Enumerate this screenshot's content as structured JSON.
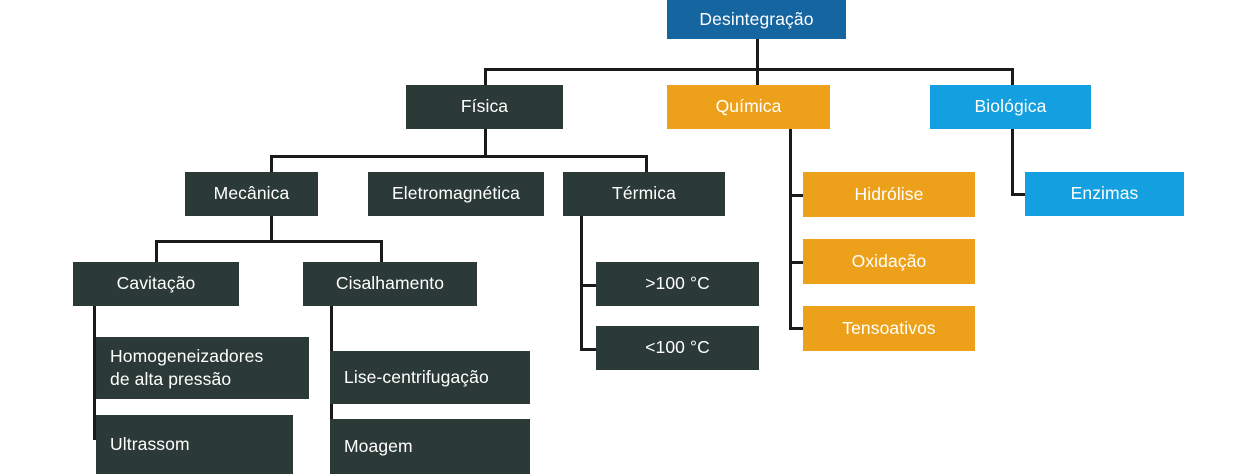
{
  "diagram": {
    "title_node": "Desintegração",
    "colors": {
      "dark": "#2b3a37",
      "blue": "#1565a0",
      "light_blue": "#14a0e0",
      "amber": "#eda11a",
      "connector": "#1a1a1a",
      "background": "#ffffff",
      "text": "#ffffff"
    },
    "nodes": {
      "root": "Desintegração",
      "fisica": "Física",
      "quimica": "Química",
      "biologica": "Biológica",
      "mecanica": "Mecânica",
      "eletromagnetica": "Eletromagnética",
      "termica": "Térmica",
      "hidrolise": "Hidrólise",
      "oxidacao": "Oxidação",
      "tensoativos": "Tensoativos",
      "enzimas": "Enzimas",
      "cavitacao": "Cavitação",
      "cisalhamento": "Cisalhamento",
      "temp_acima": ">100 °C",
      "temp_abaixo": "<100 °C",
      "homogeneizadores": "Homogeneizadores\nde alta pressão",
      "ultrassom": "Ultrassom",
      "lise_centrifugacao": "Lise-centrifugação",
      "moagem": "Moagem"
    },
    "hierarchy": {
      "Desintegração": {
        "Física": {
          "Mecânica": {
            "Cavitação": [
              "Homogeneizadores de alta pressão",
              "Ultrassom"
            ],
            "Cisalhamento": [
              "Lise-centrifugação",
              "Moagem"
            ]
          },
          "Eletromagnética": [],
          "Térmica": [
            ">100 °C",
            "<100 °C"
          ]
        },
        "Química": [
          "Hidrólise",
          "Oxidação",
          "Tensoativos"
        ],
        "Biológica": [
          "Enzimas"
        ]
      }
    }
  }
}
